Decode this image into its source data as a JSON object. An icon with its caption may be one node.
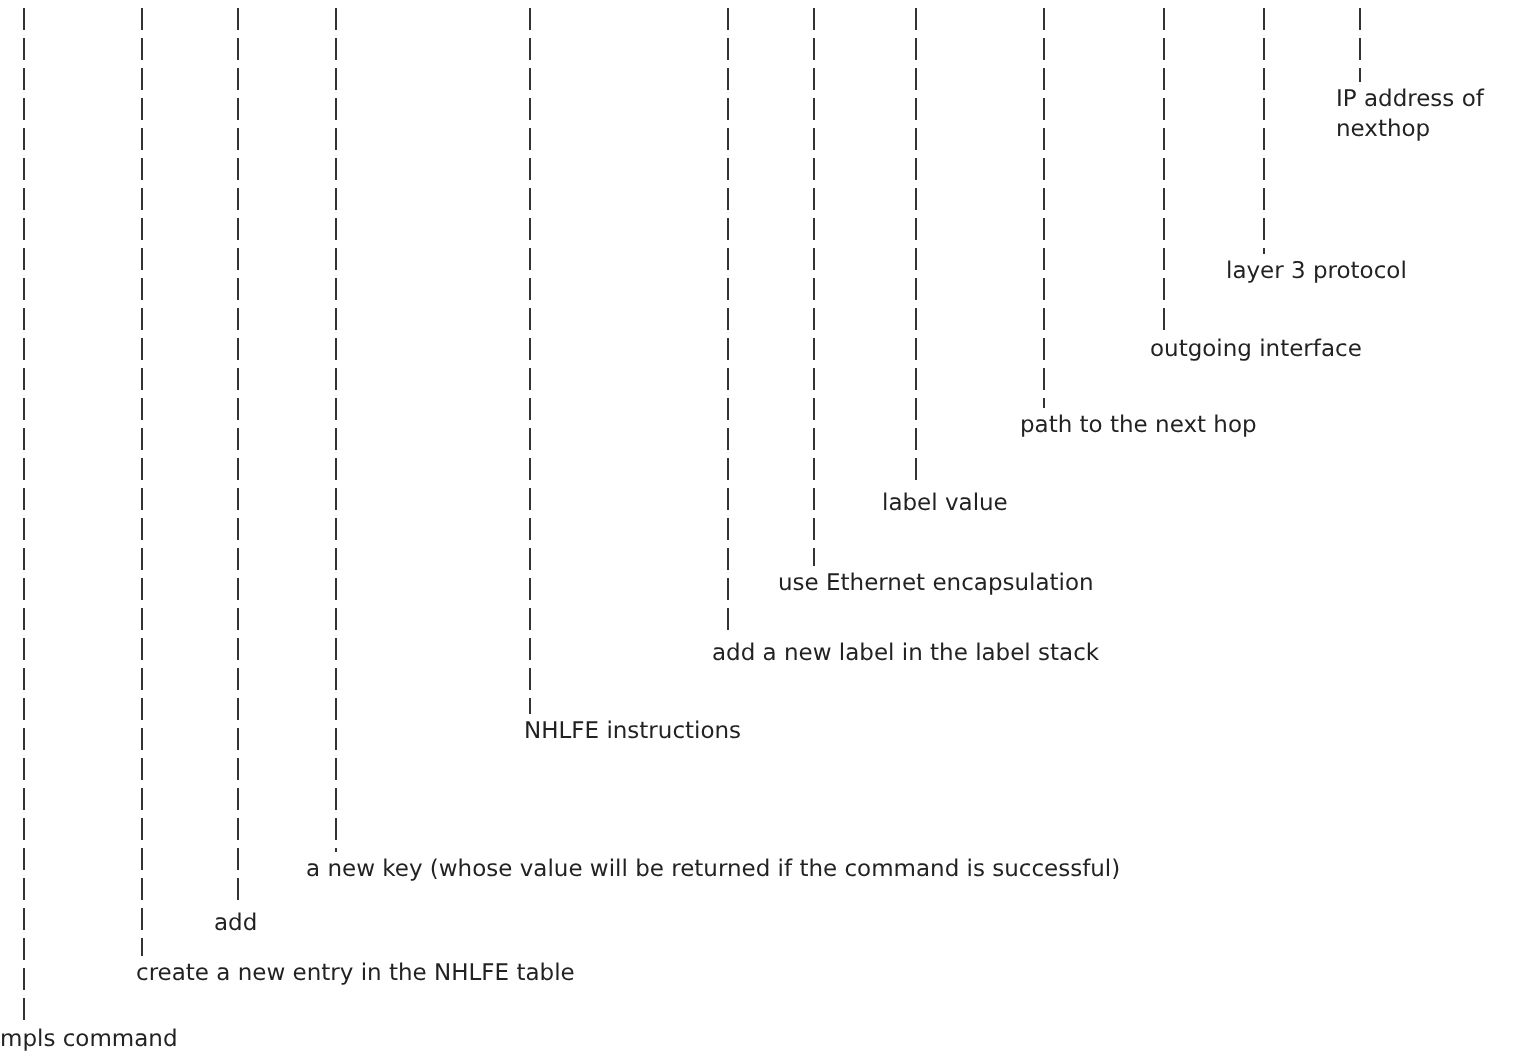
{
  "diagram": {
    "nodes": [
      {
        "text": [
          "mpls command"
        ]
      },
      {
        "text": [
          "create a new entry in the NHLFE table"
        ]
      },
      {
        "text": [
          "add"
        ]
      },
      {
        "text": [
          "a new key (whose value will be returned if the command is successful)"
        ]
      },
      {
        "text": [
          "NHLFE instructions"
        ]
      },
      {
        "text": [
          "add a new label in the label stack"
        ]
      },
      {
        "text": [
          "use Ethernet encapsulation"
        ]
      },
      {
        "text": [
          "label value"
        ]
      },
      {
        "text": [
          "path to the next hop"
        ]
      },
      {
        "text": [
          "outgoing interface"
        ]
      },
      {
        "text": [
          "layer 3 protocol"
        ]
      },
      {
        "text": [
          "IP address of nexthop"
        ]
      }
    ],
    "edges": [
      {
        "from": 0,
        "to": null,
        "arrow": "none"
      },
      {
        "from": 1,
        "to": null,
        "arrow": "none"
      },
      {
        "from": 2,
        "to": null,
        "arrow": "none"
      },
      {
        "from": 3,
        "to": null,
        "arrow": "none"
      },
      {
        "from": 4,
        "to": null,
        "arrow": "none"
      },
      {
        "from": 5,
        "to": null,
        "arrow": "none"
      },
      {
        "from": 6,
        "to": null,
        "arrow": "none"
      },
      {
        "from": 7,
        "to": null,
        "arrow": "none"
      },
      {
        "from": 8,
        "to": null,
        "arrow": "none"
      },
      {
        "from": 9,
        "to": null,
        "arrow": "none"
      },
      {
        "from": 10,
        "to": null,
        "arrow": "none"
      },
      {
        "from": 11,
        "to": null,
        "arrow": "none"
      }
    ]
  }
}
